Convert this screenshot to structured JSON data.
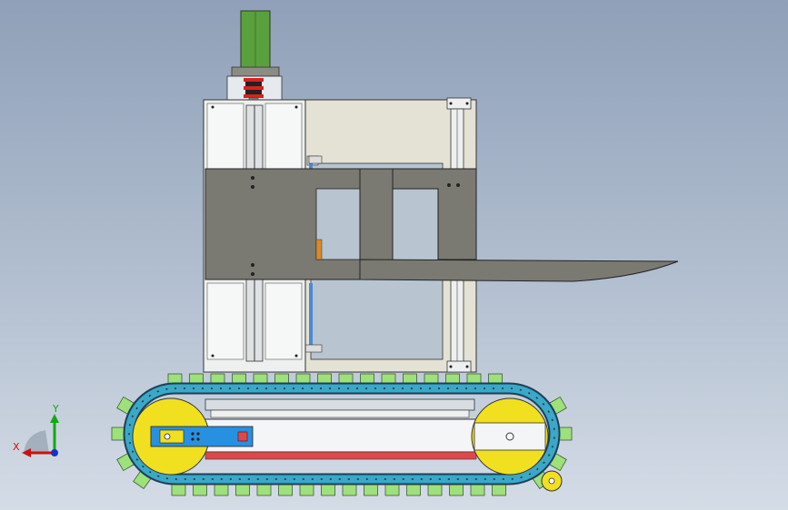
{
  "window": {
    "title": ""
  },
  "view_triad": {
    "x_label": "X",
    "y_label": "Y",
    "x_color": "#cc1111",
    "y_color": "#11aa11",
    "z_color": "#1133cc"
  },
  "model": {
    "components": [
      "servo-motor",
      "shaft-coupling",
      "motor-mount-plate",
      "lift-frame",
      "linear-rail",
      "fork-carriage",
      "fork-tine",
      "crawler-track",
      "drive-wheel",
      "idler-wheel",
      "track-tension-bar",
      "support-rail"
    ],
    "colors": {
      "motor": "#5aa03c",
      "frame_panel": "#eef0f0",
      "back_panel": "#e4e2d4",
      "carriage": "#7a7a72",
      "track_chain": "#3aa8c8",
      "track_pad": "#9ee07a",
      "wheel": "#f0e020",
      "tension_bar": "#2890e0",
      "support_bar": "#e04848"
    }
  }
}
